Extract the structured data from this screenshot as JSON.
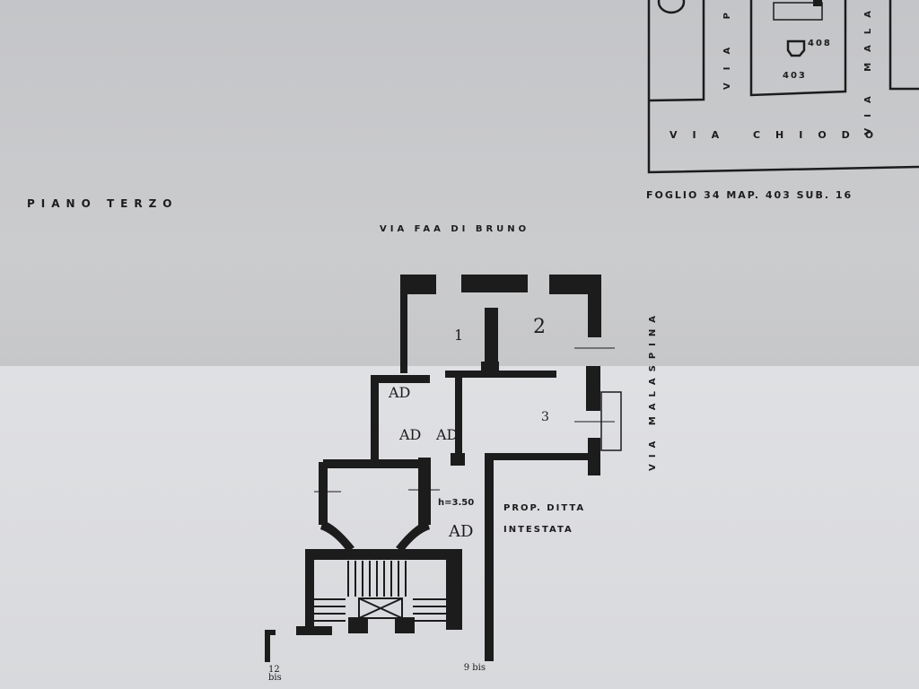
{
  "plan": {
    "floor_title": "PIANO TERZO",
    "street_top": "VIA FAA DI BRUNO",
    "street_right": "VIA MALASPINA",
    "cadastral_ref": "FOGLIO 34 MAP. 403 SUB. 16",
    "ownership_line1": "PROP. DITTA",
    "ownership_line2": "INTESTATA",
    "height_note": "h=3.50",
    "rooms": [
      "1",
      "2",
      "3"
    ],
    "annex_label": "AD",
    "civic_left": "12 bis",
    "civic_right": "9 bis"
  },
  "site_map": {
    "street_bottom": "VIA CHIODO",
    "street_vertical_left": "VIA P",
    "street_vertical_right": "VIA MALA",
    "parcel_main": "403",
    "parcel_small": "408"
  },
  "colors": {
    "ink": "#1c1c1c",
    "paper_top": "#c8c9cb",
    "paper_bottom": "#dcdde0"
  }
}
